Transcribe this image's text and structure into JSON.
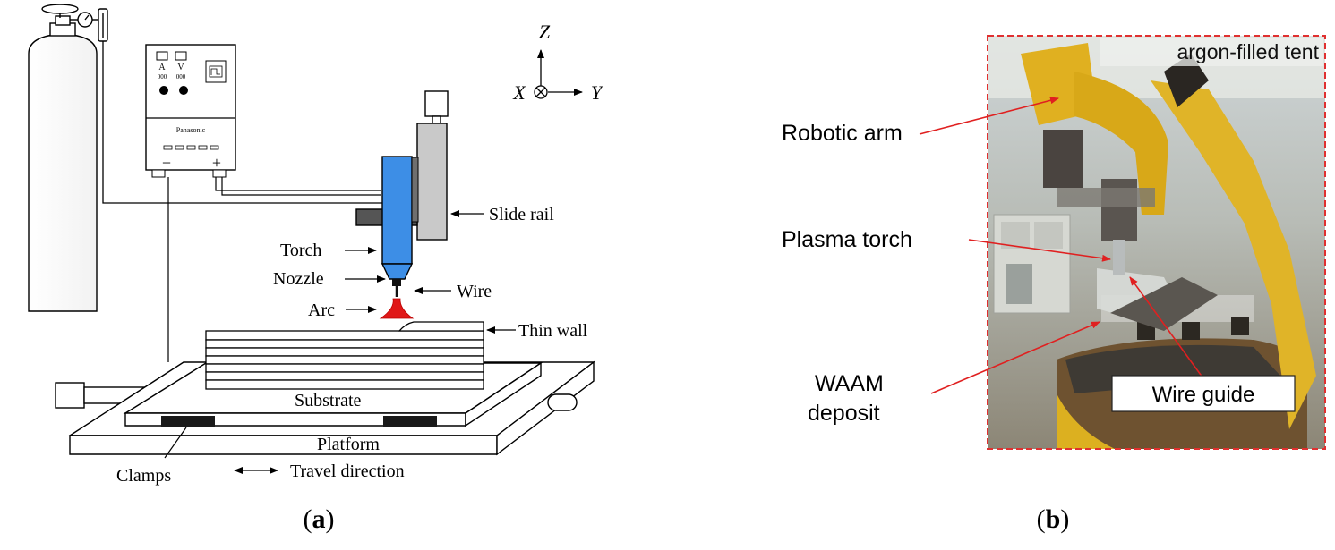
{
  "panel_a": {
    "caption_open": "(",
    "caption_letter": "a",
    "caption_close": ")",
    "power_supply": {
      "meter_a": "A",
      "meter_v": "V",
      "digits_a": "000",
      "digits_v": "000",
      "brand": "Panasonic",
      "minus": "−",
      "plus": "+"
    },
    "axes": {
      "z": "Z",
      "x": "X",
      "y": "Y"
    },
    "labels": {
      "slide_rail": "Slide rail",
      "torch": "Torch",
      "nozzle": "Nozzle",
      "wire": "Wire",
      "arc": "Arc",
      "thin_wall": "Thin wall",
      "substrate": "Substrate",
      "platform": "Platform",
      "clamps": "Clamps",
      "travel_direction": "Travel direction"
    },
    "colors": {
      "torch": "#3d8ee6",
      "arc": "#e01818"
    }
  },
  "panel_b": {
    "caption_open": "(",
    "caption_letter": "b",
    "caption_close": ")",
    "labels": {
      "tent": "argon-filled tent",
      "robotic_arm": "Robotic arm",
      "plasma_torch": "Plasma torch",
      "deposit_line1": "WAAM",
      "deposit_line2": "deposit",
      "wire_guide": "Wire guide"
    },
    "colors": {
      "frame": "#e03030",
      "pointer": "#e02020",
      "arm": "#e0b020"
    }
  }
}
